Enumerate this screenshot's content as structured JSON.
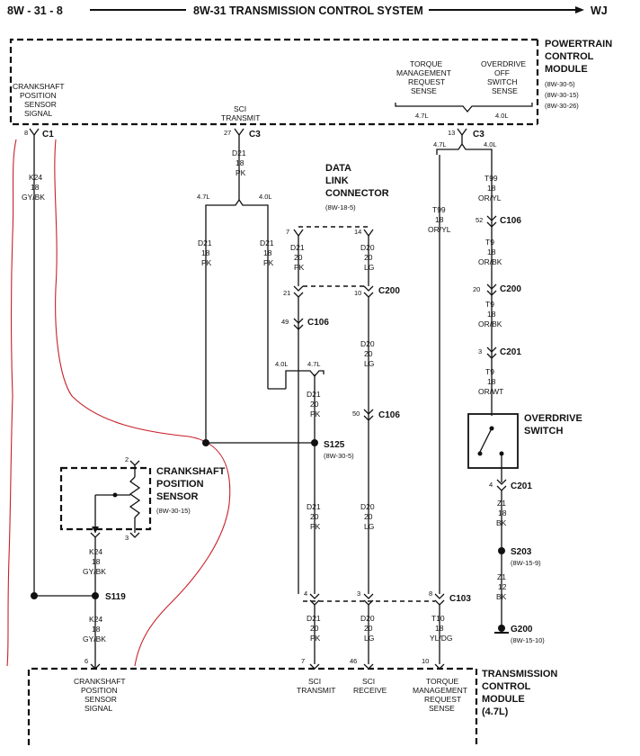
{
  "header": {
    "page": "8W - 31 - 8",
    "title": "8W-31 TRANSMISSION CONTROL SYSTEM",
    "model": "WJ"
  },
  "pcm": {
    "title": [
      "POWERTRAIN",
      "CONTROL",
      "MODULE"
    ],
    "refs": [
      "(8W-30-5)",
      "(8W-30-15)",
      "(8W-30-26)"
    ],
    "ckp_signal": [
      "CRANKSHAFT",
      "POSITION",
      "SENSOR",
      "SIGNAL"
    ],
    "sci_transmit": [
      "SCI",
      "TRANSMIT"
    ],
    "torque_sense": [
      "TORQUE",
      "MANAGEMENT",
      "REQUEST",
      "SENSE"
    ],
    "od_sense": [
      "OVERDRIVE",
      "OFF",
      "SWITCH",
      "SENSE"
    ],
    "bracket_left": "4.7L",
    "bracket_right": "4.0L"
  },
  "dlc": {
    "title": [
      "DATA",
      "LINK",
      "CONNECTOR"
    ],
    "ref": "(8W-18-5)"
  },
  "ckp_sensor": {
    "title": [
      "CRANKSHAFT",
      "POSITION",
      "SENSOR"
    ],
    "ref": "(8W-30-15)",
    "pin_top": "2",
    "pin_bottom": "3"
  },
  "od_switch": {
    "title": [
      "OVERDRIVE",
      "SWITCH"
    ]
  },
  "tcm": {
    "title": [
      "TRANSMISSION",
      "CONTROL",
      "MODULE",
      "(4.7L)"
    ],
    "ckp_signal": [
      "CRANKSHAFT",
      "POSITION",
      "SENSOR",
      "SIGNAL"
    ],
    "sci_transmit": [
      "SCI",
      "TRANSMIT"
    ],
    "sci_receive": [
      "SCI",
      "RECEIVE"
    ],
    "torque_sense": [
      "TORQUE",
      "MANAGEMENT",
      "REQUEST",
      "SENSE"
    ]
  },
  "connectors": {
    "c1": "C1",
    "c3a": "C3",
    "c3b": "C3",
    "c106a": "C106",
    "c106b": "C106",
    "c106c": "C106",
    "c200a": "C200",
    "c200b": "C200",
    "c201a": "C201",
    "c201b": "C201",
    "c103": "C103"
  },
  "splices": {
    "s125": "S125",
    "s125_ref": "(8W-30-5)",
    "s119": "S119",
    "s203": "S203",
    "s203_ref": "(8W-15-9)",
    "g200": "G200",
    "g200_ref": "(8W-15-10)"
  },
  "pins": {
    "ckp_pcm": "8",
    "sci_pcm": "27",
    "c3_right": "13",
    "dlc_7": "7",
    "dlc_14": "14",
    "c200_21": "21",
    "c200_10": "10",
    "c106_49": "49",
    "c106_50": "50",
    "c106_52": "52",
    "c200_20": "20",
    "c201_3": "3",
    "c201_4": "4",
    "c103_4": "4",
    "c103_3": "3",
    "c103_8": "8",
    "tcm_6": "6",
    "tcm_7": "7",
    "tcm_46": "46",
    "tcm_10": "10"
  },
  "wires": {
    "k24_top": [
      "K24",
      "18",
      "GY/BK"
    ],
    "d21_top": [
      "D21",
      "18",
      "PK"
    ],
    "d21_47": [
      "D21",
      "18",
      "PK"
    ],
    "d21_40": [
      "D21",
      "18",
      "PK"
    ],
    "d21_dlc": [
      "D21",
      "20",
      "PK"
    ],
    "d20_dlc": [
      "D20",
      "20",
      "LG"
    ],
    "d20_mid": [
      "D20",
      "20",
      "LG"
    ],
    "d21_s125": [
      "D21",
      "20",
      "PK"
    ],
    "d21_low": [
      "D21",
      "20",
      "PK"
    ],
    "d20_low": [
      "D20",
      "20",
      "LG"
    ],
    "d21_bot": [
      "D21",
      "20",
      "PK"
    ],
    "d20_bot": [
      "D20",
      "20",
      "LG"
    ],
    "t99_left": [
      "T99",
      "18",
      "OR/YL"
    ],
    "t99_right": [
      "T99",
      "18",
      "OR/YL"
    ],
    "t9_a": [
      "T9",
      "18",
      "OR/BK"
    ],
    "t9_b": [
      "T9",
      "18",
      "OR/BK"
    ],
    "t9_c": [
      "T9",
      "18",
      "OR/WT"
    ],
    "z1_a": [
      "Z1",
      "18",
      "BK"
    ],
    "z1_b": [
      "Z1",
      "12",
      "BK"
    ],
    "k24_ckp": [
      "K24",
      "18",
      "GY/BK"
    ],
    "k24_bot": [
      "K24",
      "18",
      "GY/BK"
    ],
    "t10": [
      "T10",
      "18",
      "YL/DG"
    ]
  },
  "brackets": {
    "d21_top": [
      "4.7L",
      "4.0L"
    ],
    "d21_join": [
      "4.0L",
      "4.7L"
    ],
    "c3_right": [
      "4.7L",
      "4.0L"
    ]
  }
}
